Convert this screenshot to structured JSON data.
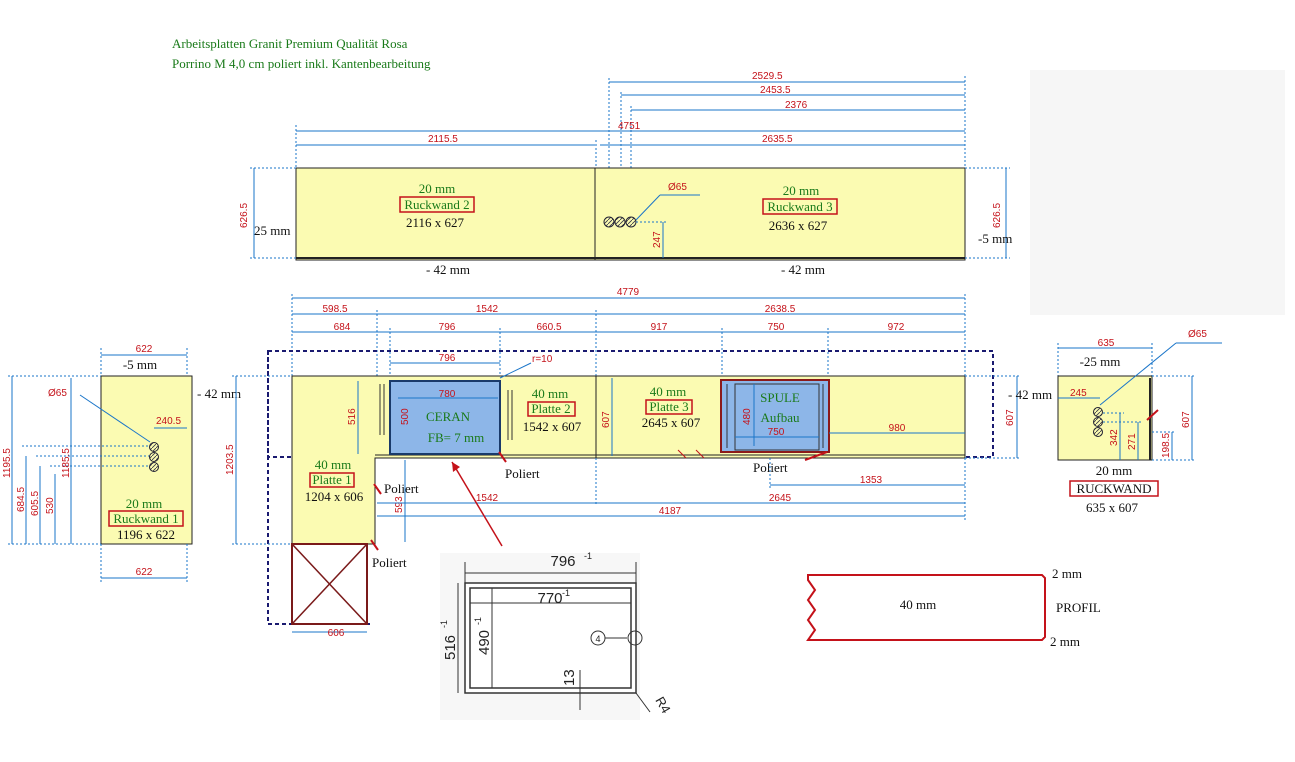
{
  "title": {
    "line1": "Arbeitsplatten Granit Premium Qualität Rosa",
    "line2": "Porrino M 4,0 cm poliert inkl. Kantenbearbeitung"
  },
  "backsplash_top": {
    "dims": [
      "2529.5",
      "2453.5",
      "2376",
      "4751",
      "2115.5",
      "2635.5",
      "626.5",
      "626.5",
      "247"
    ],
    "diameter": "Ø65",
    "left_offset": "25 mm",
    "right_offset": "-5 mm",
    "bottom_left": "- 42 mm",
    "bottom_right": "- 42 mm",
    "rw2": {
      "thickness": "20 mm",
      "name": "Ruckwand 2",
      "size": "2116 x 627"
    },
    "rw3": {
      "thickness": "20 mm",
      "name": "Ruckwand 3",
      "size": "2636 x 627"
    }
  },
  "left_panel": {
    "top_width": "622",
    "offset_top": "-5 mm",
    "offset_right": "- 42 mm",
    "diameter": "Ø65",
    "d2405": "240.5",
    "verticals": [
      "1195.5",
      "684.5",
      "605.5",
      "530",
      "1185.5"
    ],
    "thickness": "20 mm",
    "name": "Ruckwand 1",
    "size": "1196 x 622",
    "bottom_width": "622"
  },
  "counter": {
    "overall": "4779",
    "d5985": "598.5",
    "d1542a": "1542",
    "d26385": "2638.5",
    "d684": "684",
    "d796a": "796",
    "d6605": "660.5",
    "d917": "917",
    "d750a": "750",
    "d972": "972",
    "d796b": "796",
    "r10": "r=10",
    "d780": "780",
    "d516": "516",
    "d500": "500",
    "d607a": "607",
    "d480": "480",
    "d750b": "750",
    "d980": "980",
    "d12035": "1203.5",
    "d593": "593",
    "d1353": "1353",
    "d1542b": "1542",
    "d2645": "2645",
    "d4187": "4187",
    "d606": "606",
    "d607b": "607",
    "ceran": {
      "name": "CERAN",
      "fb": "FB= 7 mm"
    },
    "spule": {
      "name": "SPULE",
      "sub": "Aufbau"
    },
    "p1": {
      "thickness": "40 mm",
      "name": "Platte 1",
      "size": "1204 x 606"
    },
    "p2": {
      "thickness": "40 mm",
      "name": "Platte 2",
      "size": "1542 x 607"
    },
    "p3": {
      "thickness": "40 mm",
      "name": "Platte 3",
      "size": "2645 x 607"
    },
    "poliert": [
      "Poliert",
      "Poliert",
      "Poliert",
      "Poliert"
    ]
  },
  "right_panel": {
    "width": "635",
    "offset_top": "-25 mm",
    "offset_left": "- 42 mm",
    "diameter": "Ø65",
    "d245": "245",
    "verticals": [
      "342",
      "271",
      "198.5",
      "607"
    ],
    "thickness": "20 mm",
    "name": "RUCKWAND",
    "size": "635 x 607"
  },
  "sink_detail": {
    "outer_w": "796",
    "outer_sup": "-1",
    "inner_w": "770",
    "inner_sup": "-1",
    "outer_h": "516",
    "outer_h_sup": "-1",
    "inner_h": "490",
    "inner_h_sup": "-1",
    "d13": "13",
    "radius": "R4",
    "marker": "4"
  },
  "profil": {
    "thickness": "40 mm",
    "top": "2 mm",
    "bottom": "2 mm",
    "label": "PROFIL"
  }
}
